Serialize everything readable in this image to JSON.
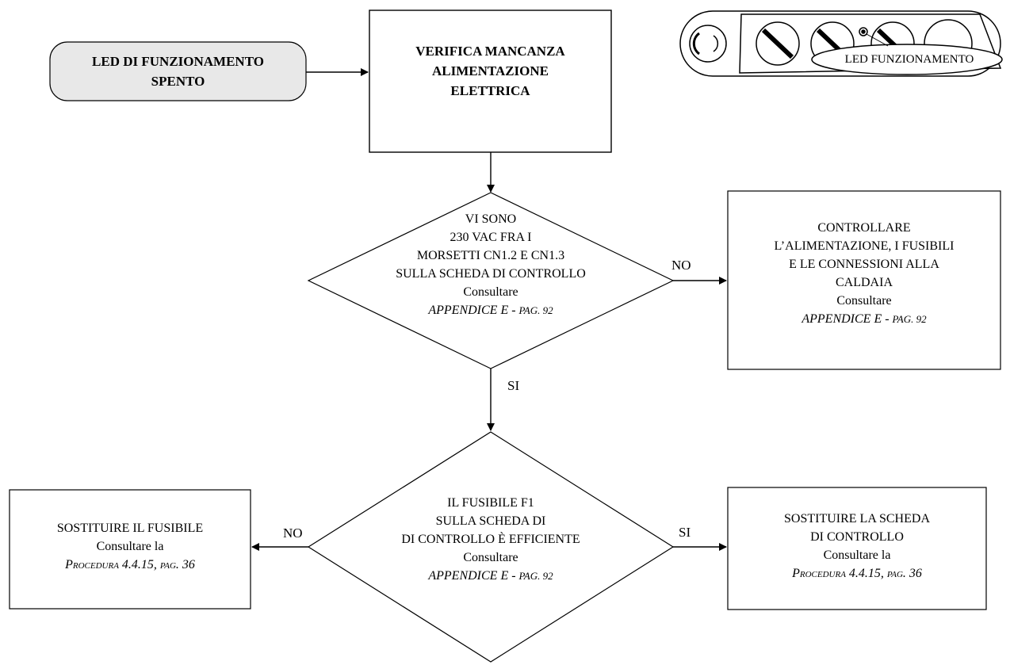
{
  "start": {
    "lines": [
      "LED DI FUNZIONAMENTO",
      "SPENTO"
    ]
  },
  "verify": {
    "lines": [
      "VERIFICA MANCANZA",
      "ALIMENTAZIONE",
      "ELETTRICA"
    ]
  },
  "panel": {
    "led_label": "LED FUNZIONAMENTO"
  },
  "decision1": {
    "lines": [
      "VI SONO",
      "230 VAC FRA I",
      "MORSETTI CN1.2 E CN1.3",
      "SULLA SCHEDA DI CONTROLLO",
      "Consultare"
    ],
    "ref_main": "APPENDICE E - ",
    "ref_small": "PAG. 92"
  },
  "action_check": {
    "lines": [
      "CONTROLLARE",
      "L’ALIMENTAZIONE, I FUSIBILI",
      "E LE CONNESSIONI ALLA",
      "CALDAIA",
      "Consultare"
    ],
    "ref_main": "APPENDICE E - ",
    "ref_small": "PAG. 92"
  },
  "decision2": {
    "lines": [
      "IL FUSIBILE F1",
      "SULLA SCHEDA DI",
      "DI CONTROLLO È EFFICIENTE",
      "Consultare"
    ],
    "ref_main": "APPENDICE E - ",
    "ref_small": "PAG. 92"
  },
  "action_fuse": {
    "lines": [
      "SOSTITUIRE IL FUSIBILE",
      "Consultare la"
    ],
    "ref_sc": "Procedura",
    "ref_mid": " 4.4.15, ",
    "ref_sc2": "pag.",
    "ref_end": " 36"
  },
  "action_board": {
    "lines": [
      "SOSTITUIRE LA SCHEDA",
      "DI CONTROLLO",
      "Consultare la"
    ],
    "ref_sc": "Procedura",
    "ref_mid": " 4.4.15, ",
    "ref_sc2": "pag.",
    "ref_end": " 36"
  },
  "labels": {
    "no1": "NO",
    "si1": "SI",
    "no2": "NO",
    "si2": "SI"
  }
}
